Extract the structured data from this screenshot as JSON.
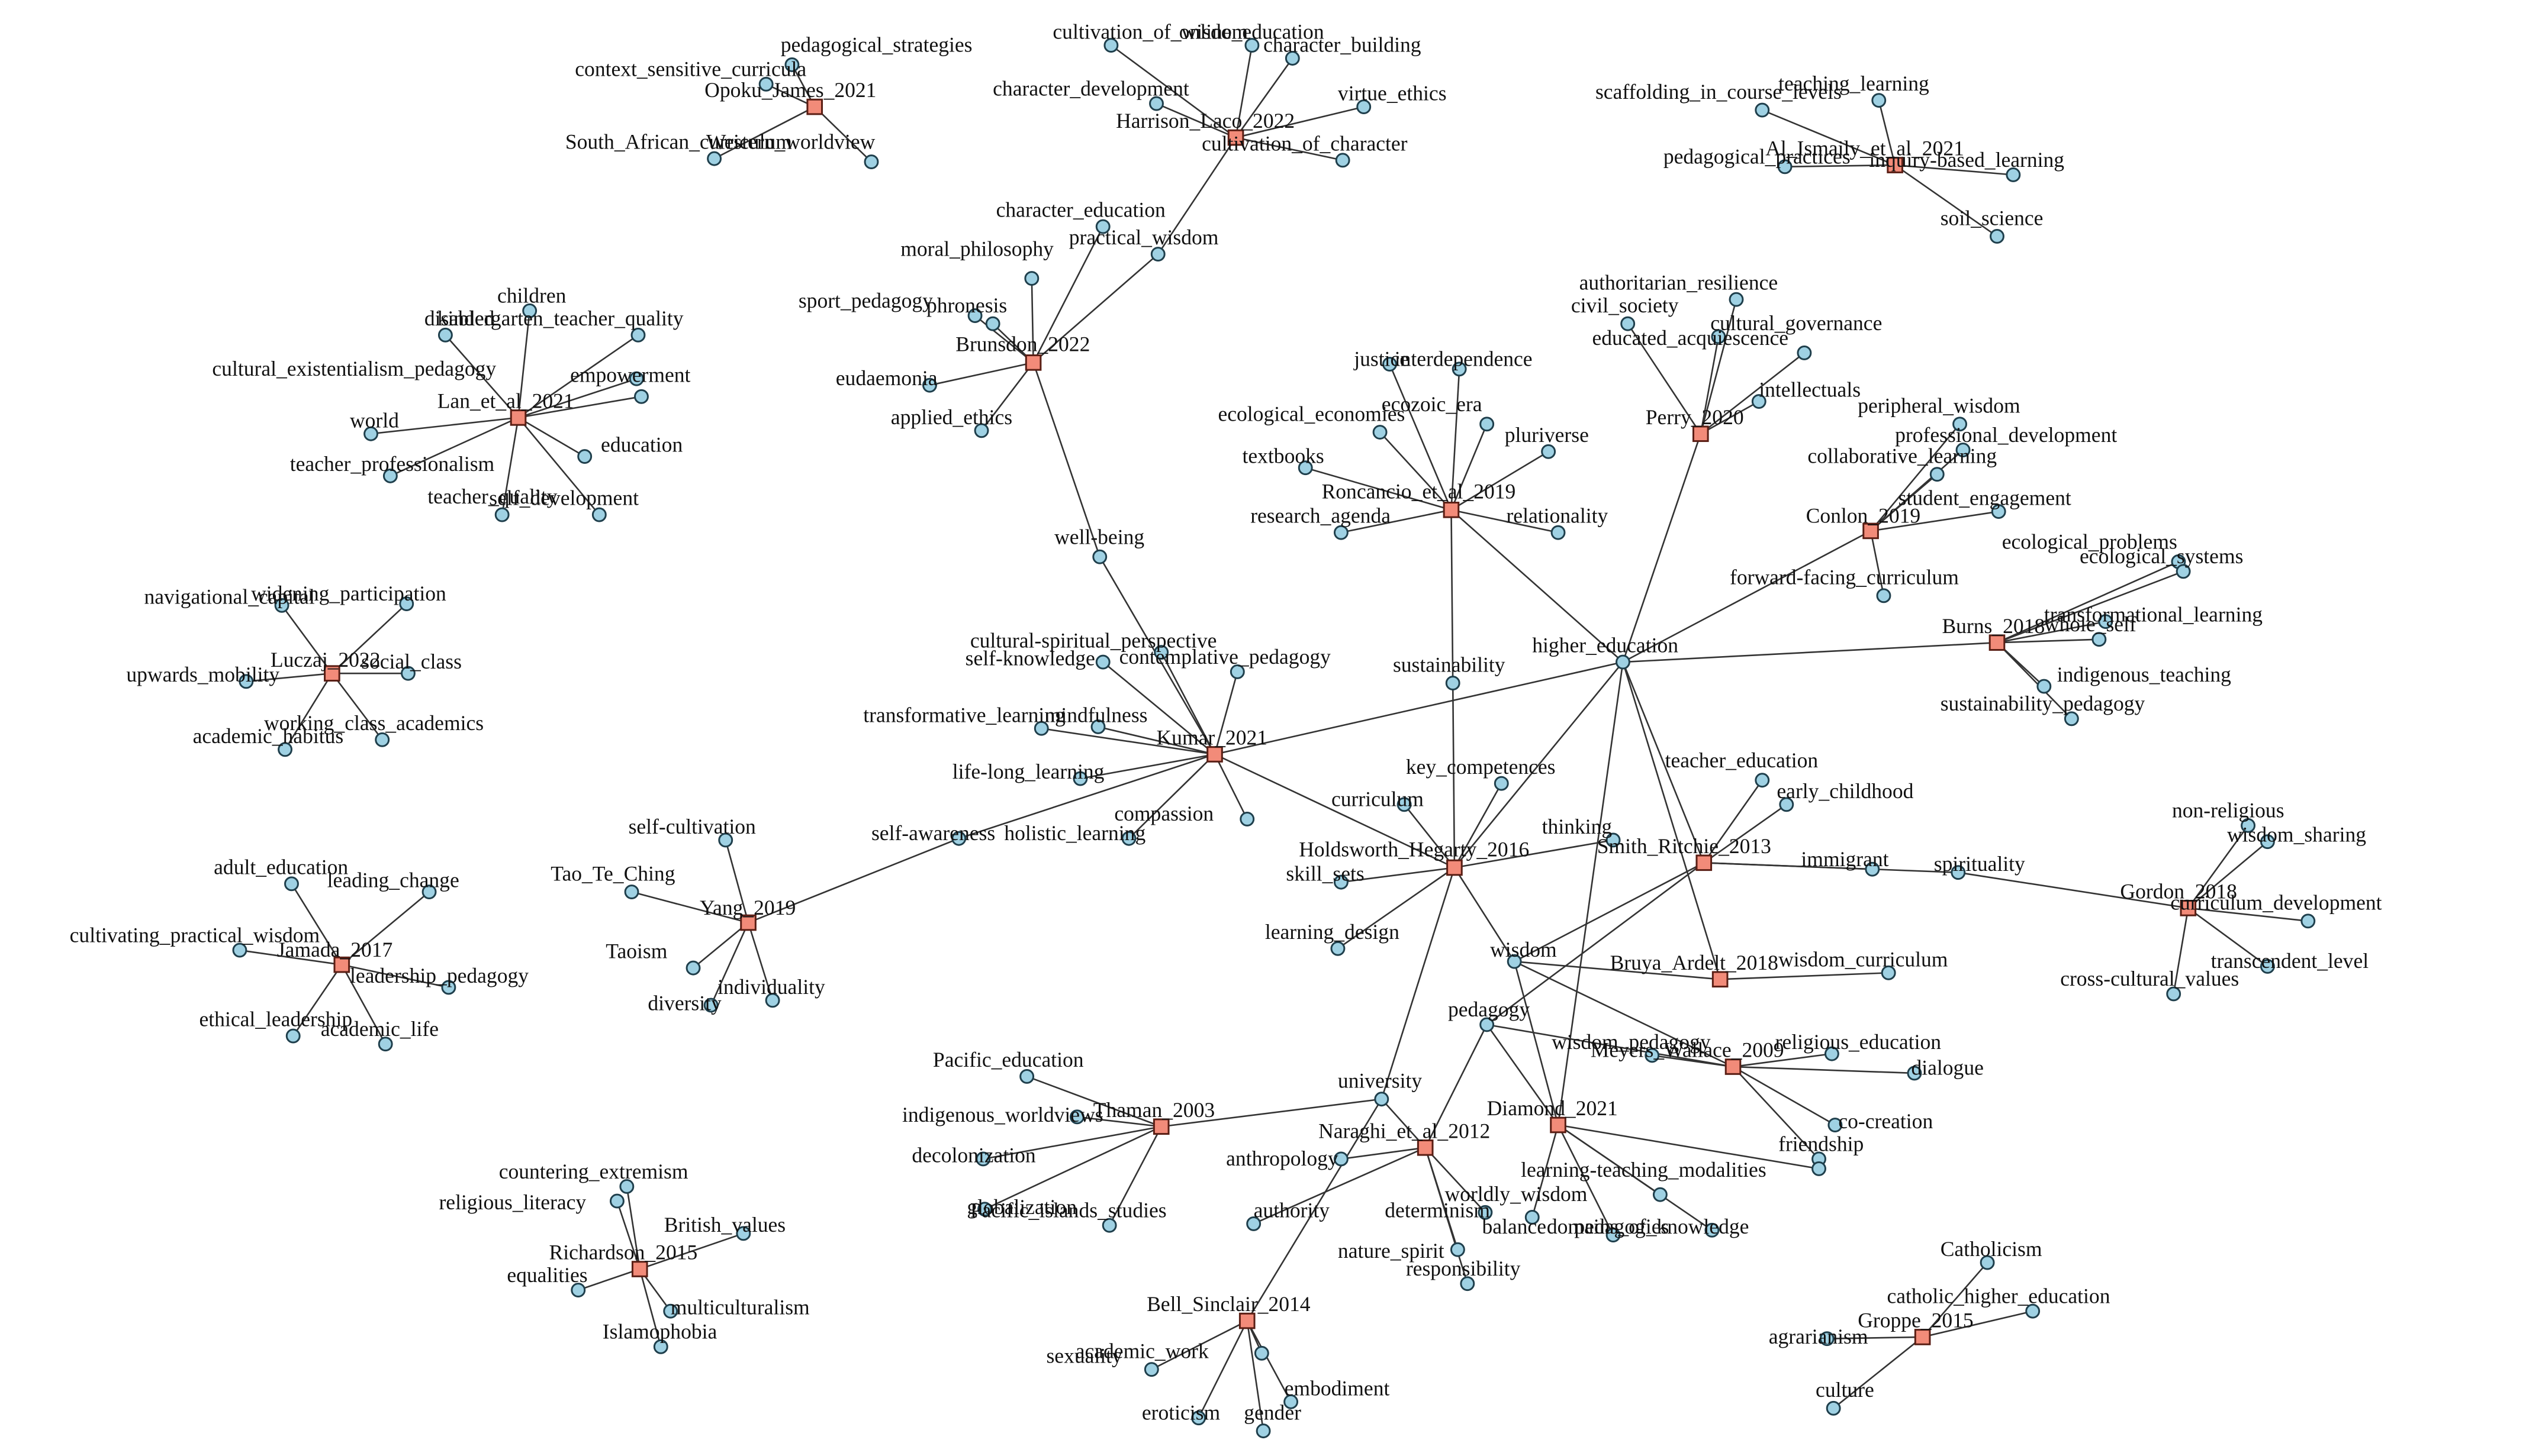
{
  "colors": {
    "edge": "#333333",
    "paper_node": "#f28b79",
    "paper_stroke": "#5a1e14",
    "concept_node": "#9fd1e3",
    "concept_stroke": "#1f3f4c",
    "label": "#111111"
  },
  "papers": [
    "Opoku_James_2021",
    "Harrison_Laco_2022",
    "Al_Ismaily_et_al_2021",
    "Brunsdon_2022",
    "Lan_et_al_2021",
    "Perry_2020",
    "Roncancio_et_al_2019",
    "Conlon_2019",
    "Burns_2018",
    "Luczaj_2022",
    "Kumar_2021",
    "Holdsworth_Hegarty_2016",
    "Smith_Ritchie_2013",
    "Gordon_2018",
    "Yang_2019",
    "Jamada_2017",
    "Bruya_Ardelt_2018",
    "Meyers_Wallace_2009",
    "Thaman_2003",
    "Diamond_2021",
    "Naraghi_et_al_2012",
    "Richardson_2015",
    "Bell_Sinclair_2014",
    "Groppe_2015"
  ],
  "concepts": [
    "pedagogical_strategies",
    "context_sensitive_curricula",
    "South_African_curriculum",
    "Western_worldview",
    "cultivation_of_wisdom",
    "online_education",
    "character_building",
    "character_development",
    "virtue_ethics",
    "cultivation_of_character",
    "teaching_learning",
    "scaffolding_in_course_levels",
    "pedagogical_practices",
    "inquiry-based_learning",
    "soil_science",
    "character_education",
    "practical_wisdom",
    "moral_philosophy",
    "sport_pedagogy",
    "phronesis",
    "eudaemonia",
    "applied_ethics",
    "children",
    "kindergarten_teacher_quality",
    "disabled",
    "cultural_existentialism_pedagogy",
    "empowerment",
    "world",
    "education",
    "teacher_professionalism",
    "teacher_quality",
    "self_development",
    "authoritarian_resilience",
    "civil_society",
    "cultural_governance",
    "educated_acquiescence",
    "intellectuals",
    "justice",
    "interdependence",
    "ecozoic_era",
    "ecological_economies",
    "pluriverse",
    "textbooks",
    "research_agenda",
    "relationality",
    "peripheral_wisdom",
    "professional_development",
    "collaborative_learning",
    "student_engagement",
    "forward-facing_curriculum",
    "ecological_problems",
    "ecological_systems",
    "transformational_learning",
    "whole_self",
    "indigenous_teaching",
    "sustainability_pedagogy",
    "navigational_capital",
    "widening_participation",
    "upwards_mobility",
    "social_class",
    "working_class_academics",
    "academic_habitus",
    "well-being",
    "higher_education",
    "sustainability",
    "cultural-spiritual_perspective",
    "self-knowledge",
    "contemplative_pedagogy",
    "transformative_learning",
    "mindfulness",
    "life-long_learning",
    "compassion",
    "self-awareness",
    "holistic_learning",
    "key_competences",
    "teacher_education",
    "early_childhood",
    "curriculum",
    "thinking",
    "skill_sets",
    "immigrant",
    "spirituality",
    "learning_design",
    "non-religious",
    "wisdom_sharing",
    "curriculum_development",
    "transcendent_level",
    "cross-cultural_values",
    "self-cultivation",
    "Tao_Te_Ching",
    "Taoism",
    "individuality",
    "diversity",
    "adult_education",
    "leading_change",
    "cultivating_practical_wisdom",
    "leadership_pedagogy",
    "ethical_leadership",
    "academic_life",
    "wisdom",
    "wisdom_curriculum",
    "pedagogy",
    "wisdom_pedagogy",
    "religious_education",
    "dialogue",
    "co-creation",
    "friendship",
    "Pacific_education",
    "indigenous_worldviews",
    "university",
    "decolonization",
    "globalization",
    "Pacific_islands_studies",
    "anthropology",
    "authority",
    "determinism",
    "learning-teaching_modalities",
    "worldly_wisdom",
    "balance",
    "domains_of_knowledge",
    "pedagogies",
    "nature_spirit",
    "responsibility",
    "countering_extremism",
    "religious_literacy",
    "British_values",
    "equalities",
    "multiculturalism",
    "Islamophobia",
    "academic_work",
    "sexuality",
    "embodiment",
    "eroticism",
    "gender",
    "Catholicism",
    "catholic_higher_education",
    "agrarianism",
    "culture"
  ]
}
